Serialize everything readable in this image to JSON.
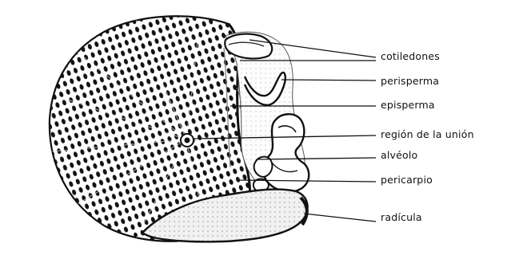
{
  "labels": {
    "cotiledones": "cotiledones",
    "perisperma": "perisperma",
    "episperma": "episperma",
    "region_union": "región de la unión",
    "alveolo": "alvéolo",
    "pericarpio": "pericarpio",
    "radicula": "radícula"
  },
  "colors": {
    "ink": "#111111",
    "paper": "#ffffff",
    "shade": "#e6e6e6"
  }
}
